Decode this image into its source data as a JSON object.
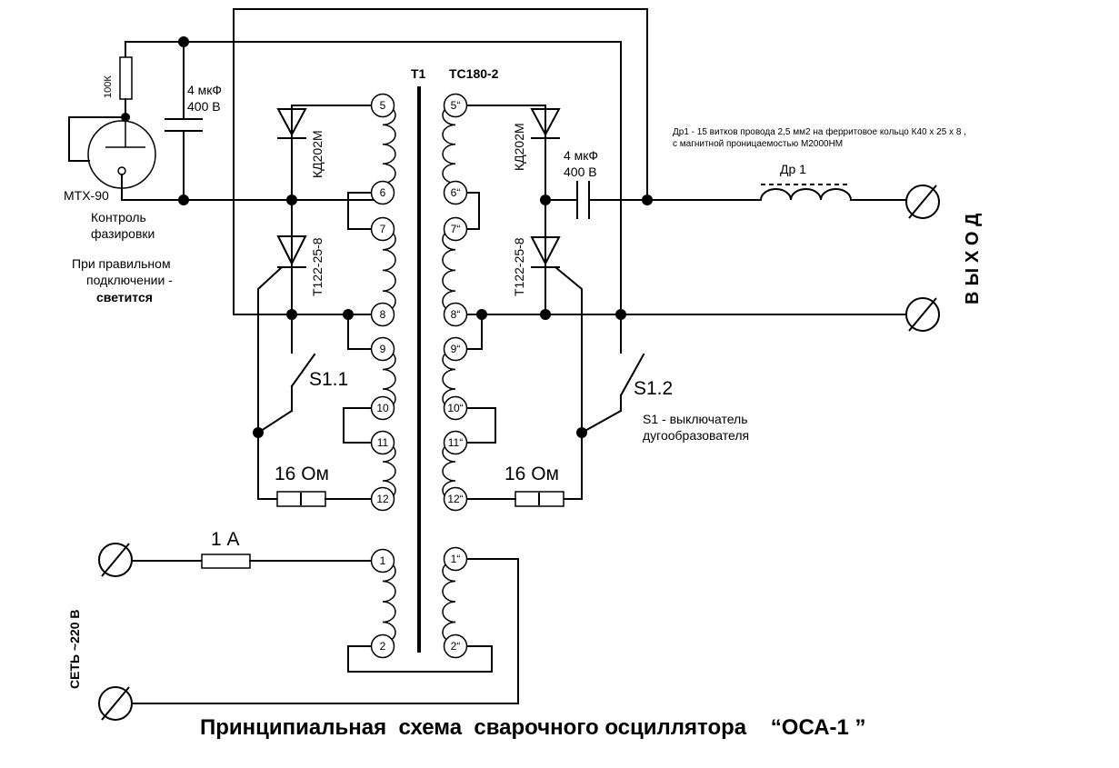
{
  "title": "Принципиальная  схема  сварочного осциллятора    “ОСА-1 ”",
  "transformer": {
    "ref": "T1",
    "model": "ТС180-2"
  },
  "terminals_left": [
    "5",
    "6",
    "7",
    "8",
    "9",
    "10",
    "11",
    "12",
    "1",
    "2"
  ],
  "terminals_right": [
    "5“",
    "6“",
    "7“",
    "8“",
    "9“",
    "10“",
    "11“",
    "12“",
    "1“",
    "2“"
  ],
  "indicator": {
    "resistor": "100К",
    "lamp": "МТХ-90",
    "caption_lines": [
      "Контроль",
      "фазировки"
    ],
    "note_lines": [
      "При правильном",
      "подключении  -"
    ],
    "note_bold": "светится"
  },
  "capacitor_left": {
    "value": "4 мкФ",
    "voltage": "400 В"
  },
  "capacitor_right": {
    "value": "4 мкФ",
    "voltage": "400 В"
  },
  "diode_left": "КД202М",
  "diode_right": "КД202М",
  "thyristor_left": "Т122-25-8",
  "thyristor_right": "Т122-25-8",
  "switch_left": "S1.1",
  "switch_right": "S1.2",
  "switch_note_lines": [
    "S1  - выключатель",
    "дугообразователя"
  ],
  "resistor_left": "16 Ом",
  "resistor_right": "16 Ом",
  "fuse": "1 А",
  "choke": {
    "label": "Др 1",
    "note_lines": [
      "Др1  -  15  витков  провода  2,5 мм2  на  ферритовое кольцо  К40 х 25 х 8 ,",
      "с  магнитной  проницаемостью   М2000НМ"
    ]
  },
  "output_label": "ВЫХОД",
  "mains_label": "СЕТЬ  ~220 В"
}
